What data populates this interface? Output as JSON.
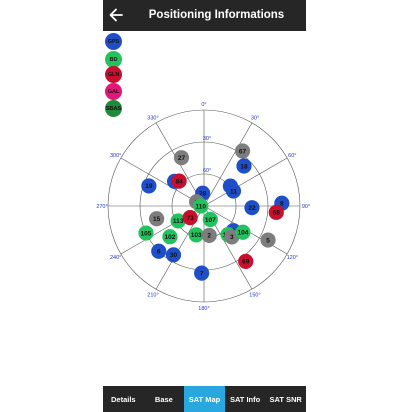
{
  "header": {
    "title": "Positioning Informations",
    "back_icon": "arrow-left-icon"
  },
  "legend": [
    {
      "label": "GPS",
      "color": "#1e4fc8"
    },
    {
      "label": "BD",
      "color": "#22c35e"
    },
    {
      "label": "GLN",
      "color": "#c8102e"
    },
    {
      "label": "GAL",
      "color": "#e6157a"
    },
    {
      "label": "SBAS",
      "color": "#1f8a3a"
    }
  ],
  "sky_map": {
    "elevation_labels": [
      "30°",
      "60°"
    ],
    "azimuth_labels": [
      "0°",
      "30°",
      "60°",
      "90°",
      "120°",
      "150°",
      "180°",
      "210°",
      "240°",
      "270°",
      "300°",
      "330°"
    ],
    "satellites": [
      {
        "prn": "67",
        "system": "gray",
        "azimuth": 35,
        "elevation": 27
      },
      {
        "prn": "27",
        "system": "gray",
        "azimuth": 335,
        "elevation": 40
      },
      {
        "prn": "18",
        "system": "GPS",
        "azimuth": 45,
        "elevation": 37
      },
      {
        "prn": "1",
        "system": "GPS",
        "azimuth": 53,
        "elevation": 59
      },
      {
        "prn": "11",
        "system": "GPS",
        "azimuth": 63,
        "elevation": 59
      },
      {
        "prn": "19",
        "system": "GPS",
        "azimuth": 290,
        "elevation": 35
      },
      {
        "prn": "17",
        "system": "GPS",
        "azimuth": 310,
        "elevation": 54
      },
      {
        "prn": "84",
        "system": "GLN",
        "azimuth": 315,
        "elevation": 57
      },
      {
        "prn": "28",
        "system": "GPS",
        "azimuth": 354,
        "elevation": 78
      },
      {
        "prn": "1",
        "system": "gray",
        "azimuth": 300,
        "elevation": 82
      },
      {
        "prn": "110",
        "system": "BD",
        "azimuth": 270,
        "elevation": 87
      },
      {
        "prn": "8",
        "system": "GPS",
        "azimuth": 88,
        "elevation": 17
      },
      {
        "prn": "22",
        "system": "GPS",
        "azimuth": 92,
        "elevation": 45
      },
      {
        "prn": "68",
        "system": "GLN",
        "azimuth": 95,
        "elevation": 22
      },
      {
        "prn": "15",
        "system": "gray",
        "azimuth": 255,
        "elevation": 44
      },
      {
        "prn": "113",
        "system": "BD",
        "azimuth": 240,
        "elevation": 62
      },
      {
        "prn": "73",
        "system": "GLN",
        "azimuth": 230,
        "elevation": 73
      },
      {
        "prn": "105",
        "system": "BD",
        "azimuth": 245,
        "elevation": 30
      },
      {
        "prn": "102",
        "system": "BD",
        "azimuth": 228,
        "elevation": 47
      },
      {
        "prn": "6",
        "system": "GPS",
        "azimuth": 225,
        "elevation": 30
      },
      {
        "prn": "30",
        "system": "GPS",
        "azimuth": 212,
        "elevation": 36
      },
      {
        "prn": "107",
        "system": "BD",
        "azimuth": 155,
        "elevation": 76
      },
      {
        "prn": "103",
        "system": "BD",
        "azimuth": 195,
        "elevation": 62
      },
      {
        "prn": "2",
        "system": "gray",
        "azimuth": 170,
        "elevation": 62
      },
      {
        "prn": "3",
        "system": "GPS",
        "azimuth": 130,
        "elevation": 54
      },
      {
        "prn": "101",
        "system": "BD",
        "azimuth": 140,
        "elevation": 55
      },
      {
        "prn": "3",
        "system": "gray",
        "azimuth": 138,
        "elevation": 51
      },
      {
        "prn": "104",
        "system": "BD",
        "azimuth": 124,
        "elevation": 46
      },
      {
        "prn": "5",
        "system": "gray",
        "azimuth": 118,
        "elevation": 22
      },
      {
        "prn": "69",
        "system": "GLN",
        "azimuth": 143,
        "elevation": 25
      },
      {
        "prn": "7",
        "system": "GPS",
        "azimuth": 182,
        "elevation": 27
      }
    ]
  },
  "tabs": [
    {
      "label": "Details",
      "active": false
    },
    {
      "label": "Base",
      "active": false
    },
    {
      "label": "SAT Map",
      "active": true
    },
    {
      "label": "SAT Info",
      "active": false
    },
    {
      "label": "SAT SNR",
      "active": false
    }
  ]
}
